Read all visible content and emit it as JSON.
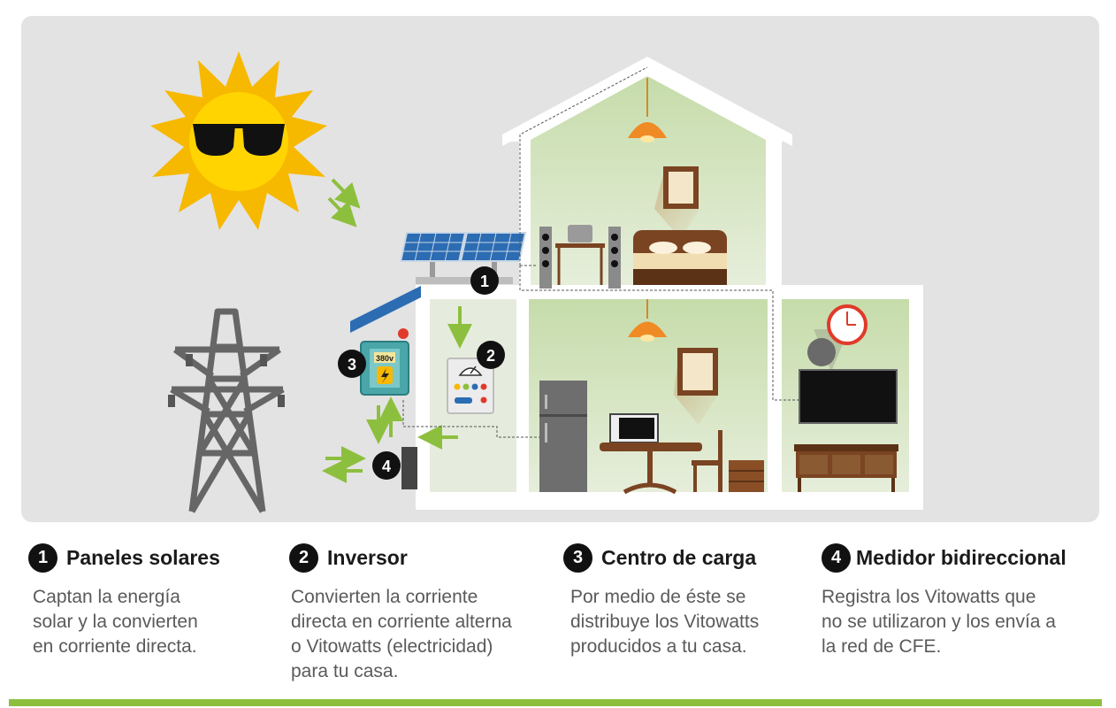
{
  "scene": {
    "meter_display": "380v"
  },
  "badges": [
    "1",
    "2",
    "3",
    "4"
  ],
  "legend": [
    {
      "number": "1",
      "title": "Paneles solares",
      "description": [
        "Captan la energía",
        "solar y la convierten",
        "en corriente directa."
      ]
    },
    {
      "number": "2",
      "title": "Inversor",
      "description": [
        "Convierten la corriente",
        "directa en corriente alterna",
        "o Vitowatts (electricidad)",
        "para tu casa."
      ]
    },
    {
      "number": "3",
      "title": "Centro de carga",
      "description": [
        "Por medio de éste se",
        "distribuye los Vitowatts",
        "producidos a tu casa."
      ]
    },
    {
      "number": "4",
      "title": "Medidor bidireccional",
      "description": [
        "Registra los Vitowatts que",
        "no se utilizaron y los envía a",
        "la red de CFE."
      ]
    }
  ],
  "colors": {
    "panel_bg": "#e3e3e3",
    "green": "#8dbf3f",
    "wall": "#ffffff",
    "room": "#c8ddb0",
    "sun": "#f7b800",
    "tower": "#666666",
    "solar_panel": "#2b6cb3"
  }
}
